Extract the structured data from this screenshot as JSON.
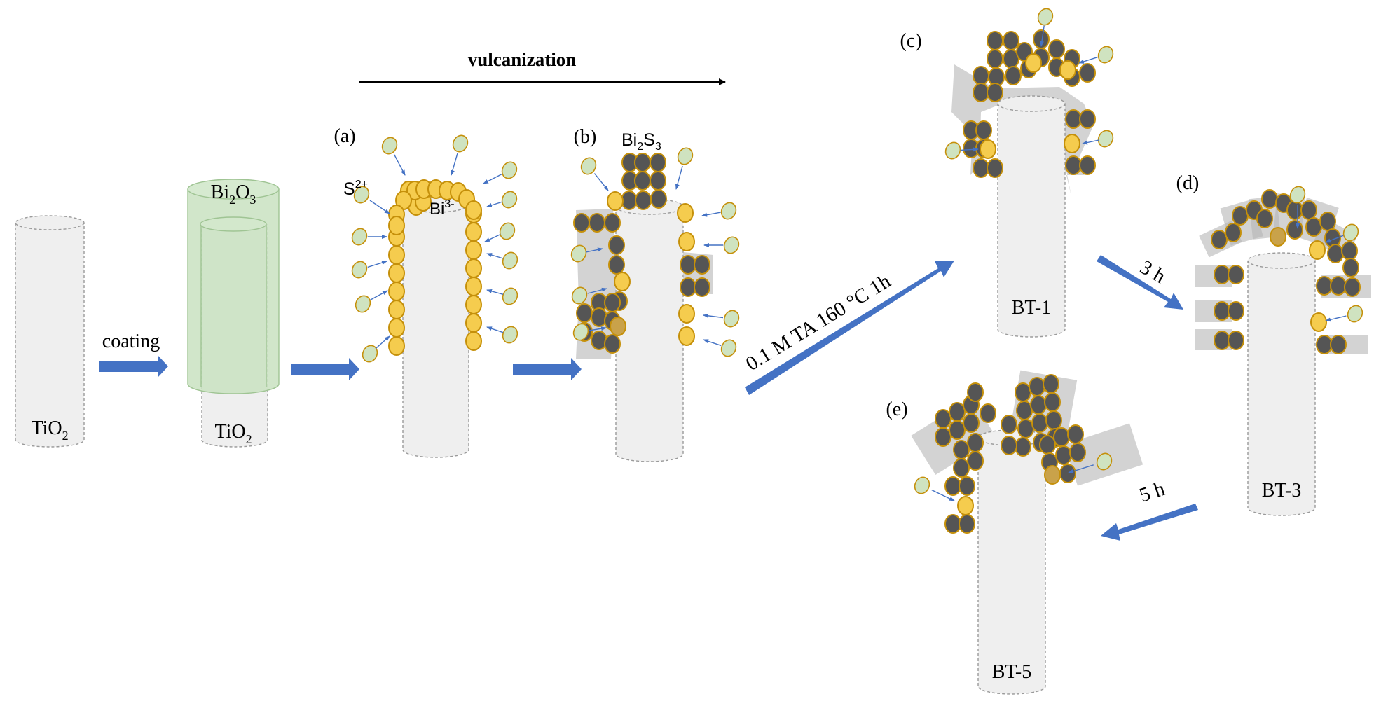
{
  "title": "vulcanization",
  "step_labels": {
    "coating": "coating",
    "reaction": "0.1 M TA 160 °C 1h",
    "three_h": "3 h",
    "five_h": "5 h"
  },
  "panels": [
    "(a)",
    "(b)",
    "(c)",
    "(d)",
    "(e)"
  ],
  "tube_labels": {
    "tio2_bare": [
      "TiO",
      "2"
    ],
    "bi2o3": [
      "Bi",
      "2",
      "O",
      "3"
    ],
    "tio2_coated": [
      "TiO",
      "2"
    ],
    "bt1": "BT-1",
    "bt3": "BT-3",
    "bt5": "BT-5"
  },
  "ion_labels": {
    "s": [
      "S",
      "2+"
    ],
    "bi": [
      "Bi",
      "3-"
    ],
    "bi2s3": [
      "Bi",
      "2",
      "S",
      "3"
    ]
  },
  "colors": {
    "tube_fill": "#efefef",
    "tube_stroke": "#9a9a9a",
    "green_fill": "#c9e2c1",
    "green_stroke": "#9fc493",
    "sphere_yellow": "#f5cc4e",
    "sphere_stroke": "#c5900a",
    "sphere_dark": "#555555",
    "sphere_green": "#cfe3c0",
    "arrow_blue": "#4472c4",
    "black": "#000000",
    "shadow": "#b5b5b5"
  }
}
